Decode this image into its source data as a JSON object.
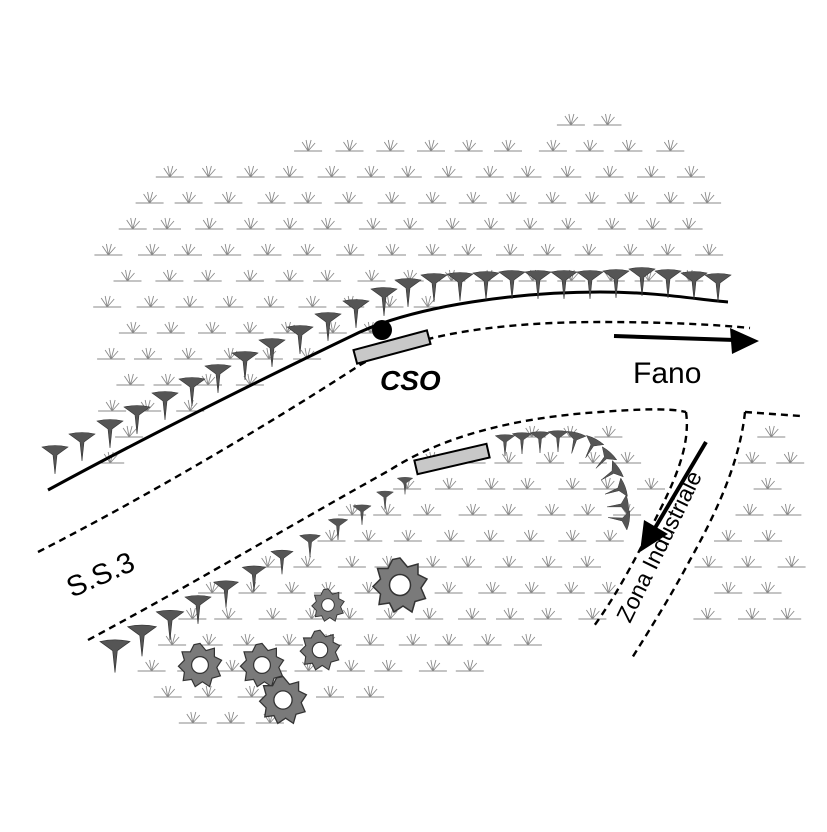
{
  "map": {
    "labels": {
      "fano": "Fano",
      "cso": "CSO",
      "ss3": "S.S.3",
      "zona": "Zona Industriale"
    },
    "colors": {
      "tree_fill": "#555555",
      "shrub_fill": "#7a7a7a",
      "outfall_fill": "#c8c8c8",
      "grass_stroke": "#8a8a8a",
      "line": "#000000"
    },
    "icons": {
      "grass": "grass-tuft-icon",
      "tree": "tree-icon",
      "shrub": "shrub-icon",
      "outfall": "cso-outfall-icon",
      "arrow": "direction-arrow-icon"
    }
  }
}
